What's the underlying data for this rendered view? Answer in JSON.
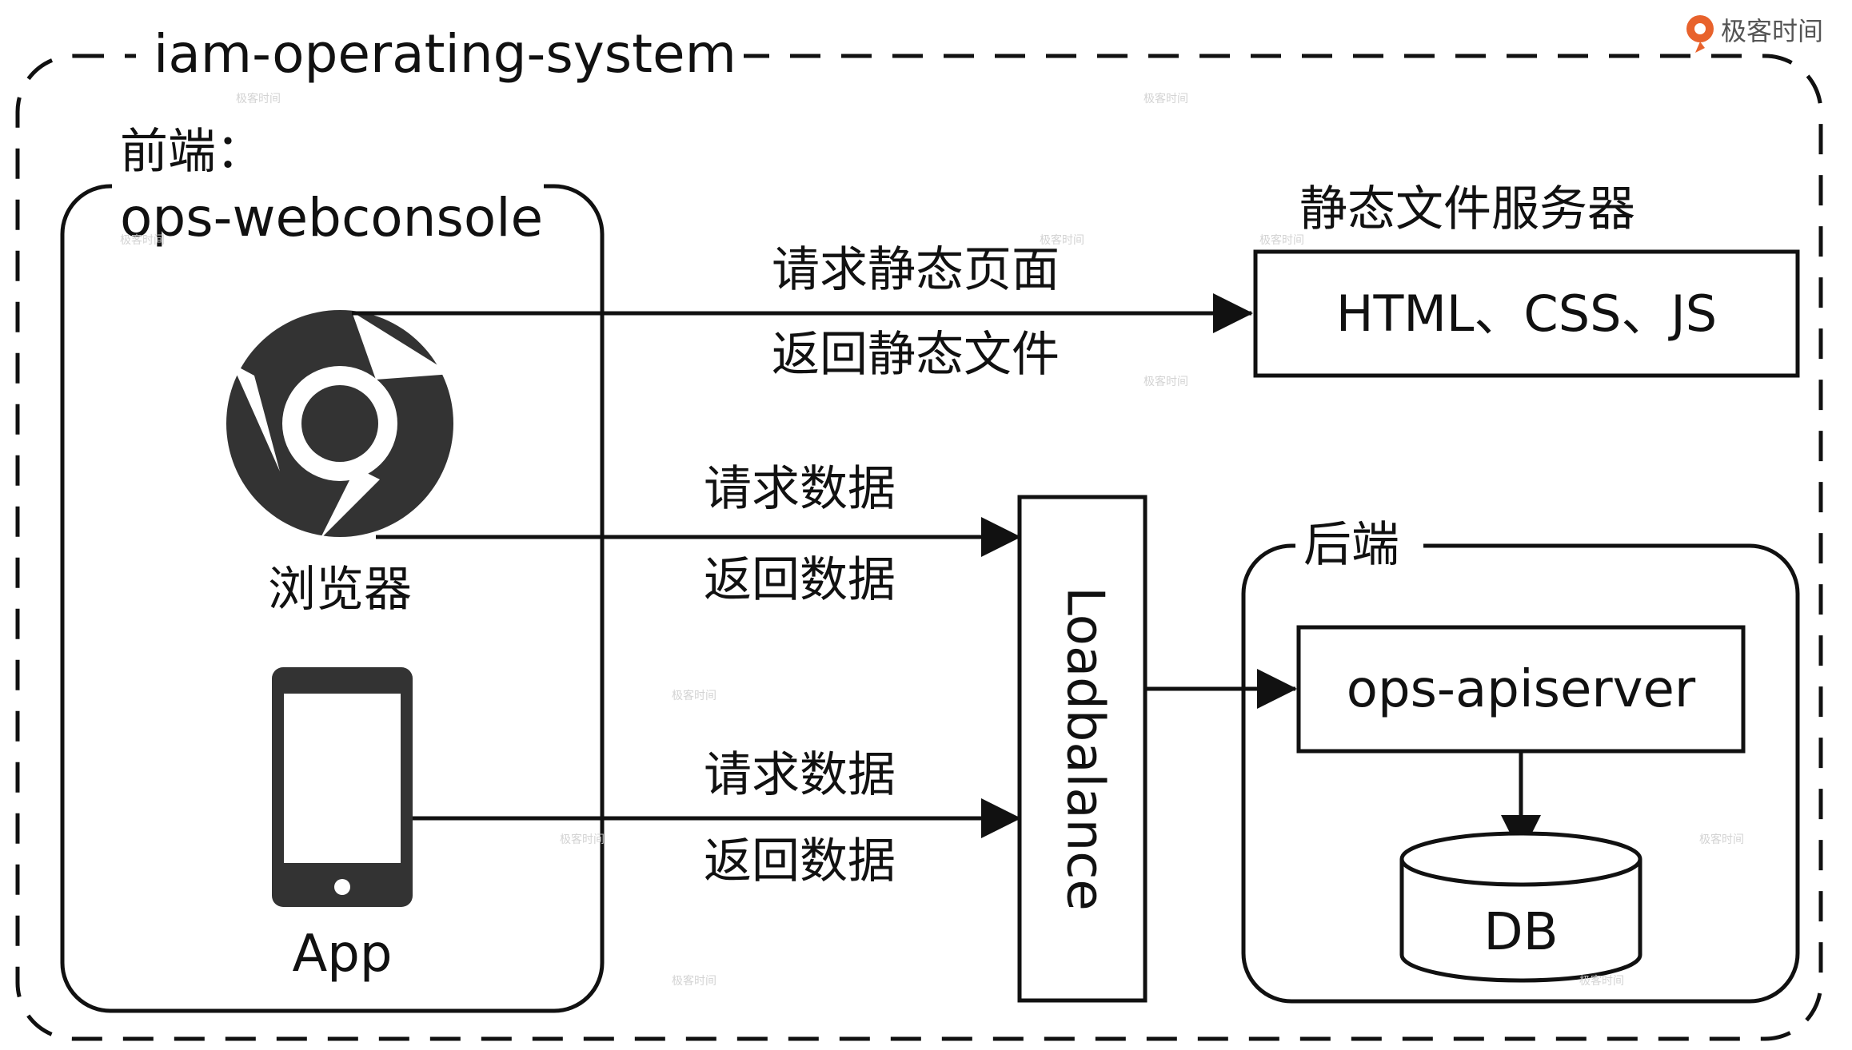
{
  "system": {
    "title": "iam-operating-system"
  },
  "frontend": {
    "title_line1": "前端：",
    "title_line2": "ops-webconsole",
    "browser_label": "浏览器",
    "app_label": "App"
  },
  "static_server": {
    "title": "静态文件服务器",
    "content": "HTML、CSS、JS",
    "request_label": "请求静态页面",
    "response_label": "返回静态文件"
  },
  "browser_data": {
    "request_label": "请求数据",
    "response_label": "返回数据"
  },
  "app_data": {
    "request_label": "请求数据",
    "response_label": "返回数据"
  },
  "loadbalance": {
    "label": "Loadbalance"
  },
  "backend": {
    "title": "后端",
    "apiserver_label": "ops-apiserver",
    "db_label": "DB"
  },
  "watermark": {
    "brand": "极客时间"
  },
  "icons": {
    "browser": "chrome-browser-icon",
    "app": "mobile-phone-icon",
    "logo": "geektime-logo-icon"
  },
  "colors": {
    "stroke": "#111111",
    "icon_fill": "#333333",
    "logo_accent": "#e8622c",
    "watermark": "#cfcfcf"
  }
}
